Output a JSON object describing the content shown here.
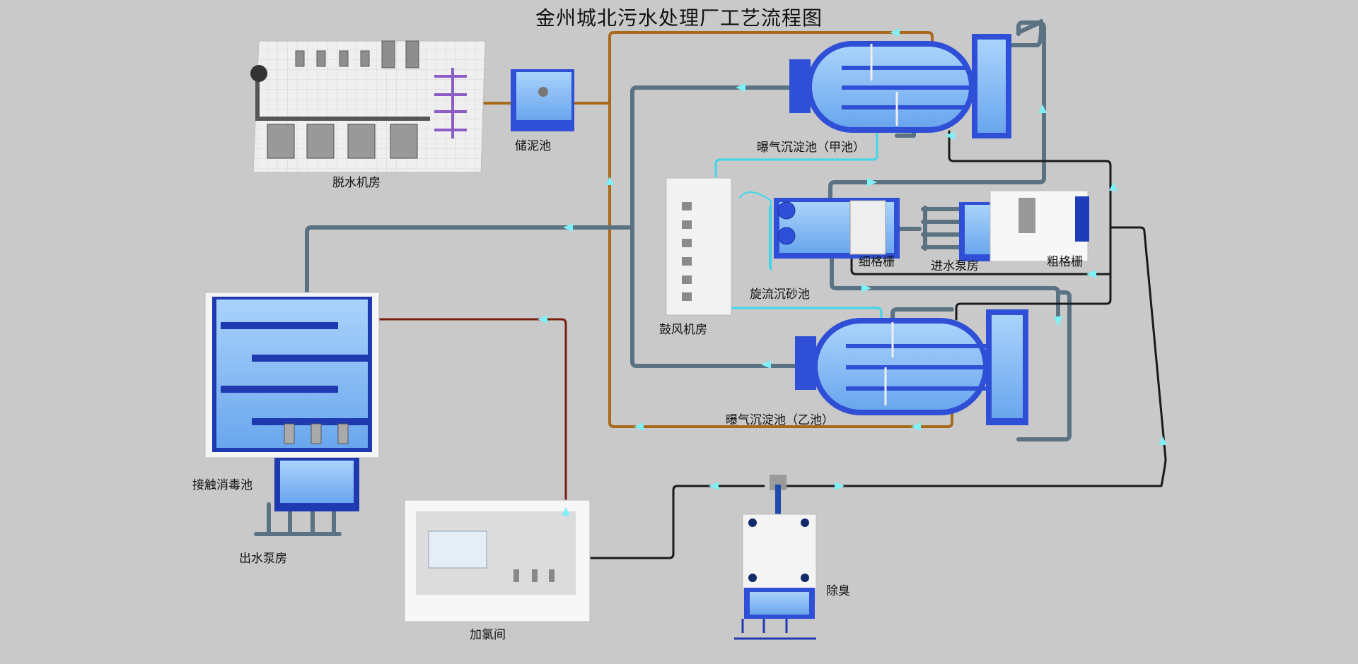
{
  "title": "金州城北污水处理厂工艺流程图",
  "colors": {
    "background": "#c9c9c9",
    "sludge_pipe": "#a8691c",
    "water_pipe": "#5b7282",
    "air_pipe": "#3fd6ea",
    "odor_pipe": "#1a1a1a",
    "chlorine_pipe": "#7a1e12",
    "tank_blue": "#2f4fd6",
    "tank_water": "#8fc2f5",
    "flow_arrow": "#7ff0f6"
  },
  "units": {
    "dewatering": "脱水机房",
    "sludge_tank": "储泥池",
    "aeration_a": "曝气沉淀池（甲池）",
    "aeration_b": "曝气沉淀池（乙池）",
    "blower": "鼓风机房",
    "fine_screen": "细格栅",
    "inlet_pump": "进水泵房",
    "coarse_screen": "粗格栅",
    "grit": "旋流沉砂池",
    "contact": "接触消毒池",
    "outlet_pump": "出水泵房",
    "chlorine": "加氯间",
    "deodor": "除臭"
  }
}
